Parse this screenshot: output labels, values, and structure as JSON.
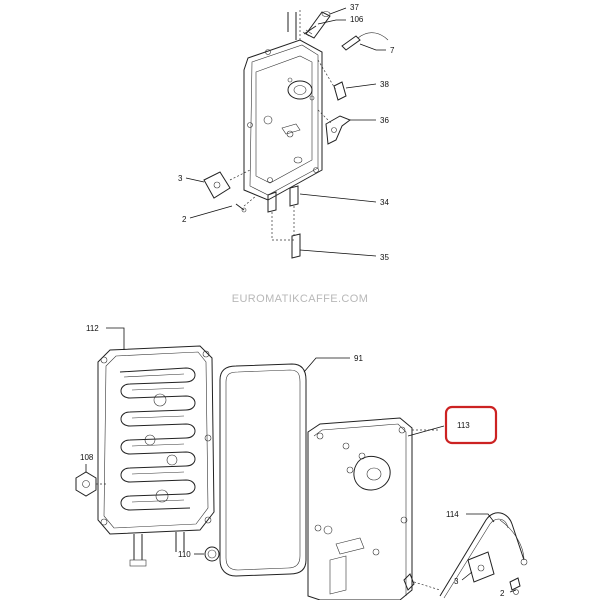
{
  "watermark": "EUROMATIKCAFFE.COM",
  "highlight_color": "#cc2222",
  "callouts": {
    "c37": "37",
    "c106": "106",
    "c7": "7",
    "c38": "38",
    "c36": "36",
    "c3_top": "3",
    "c2_top": "2",
    "c34": "34",
    "c35": "35",
    "c112": "112",
    "c91": "91",
    "c113": "113",
    "c108": "108",
    "c110": "110",
    "c114": "114",
    "c3_bottom": "3",
    "c2_bottom": "2"
  }
}
